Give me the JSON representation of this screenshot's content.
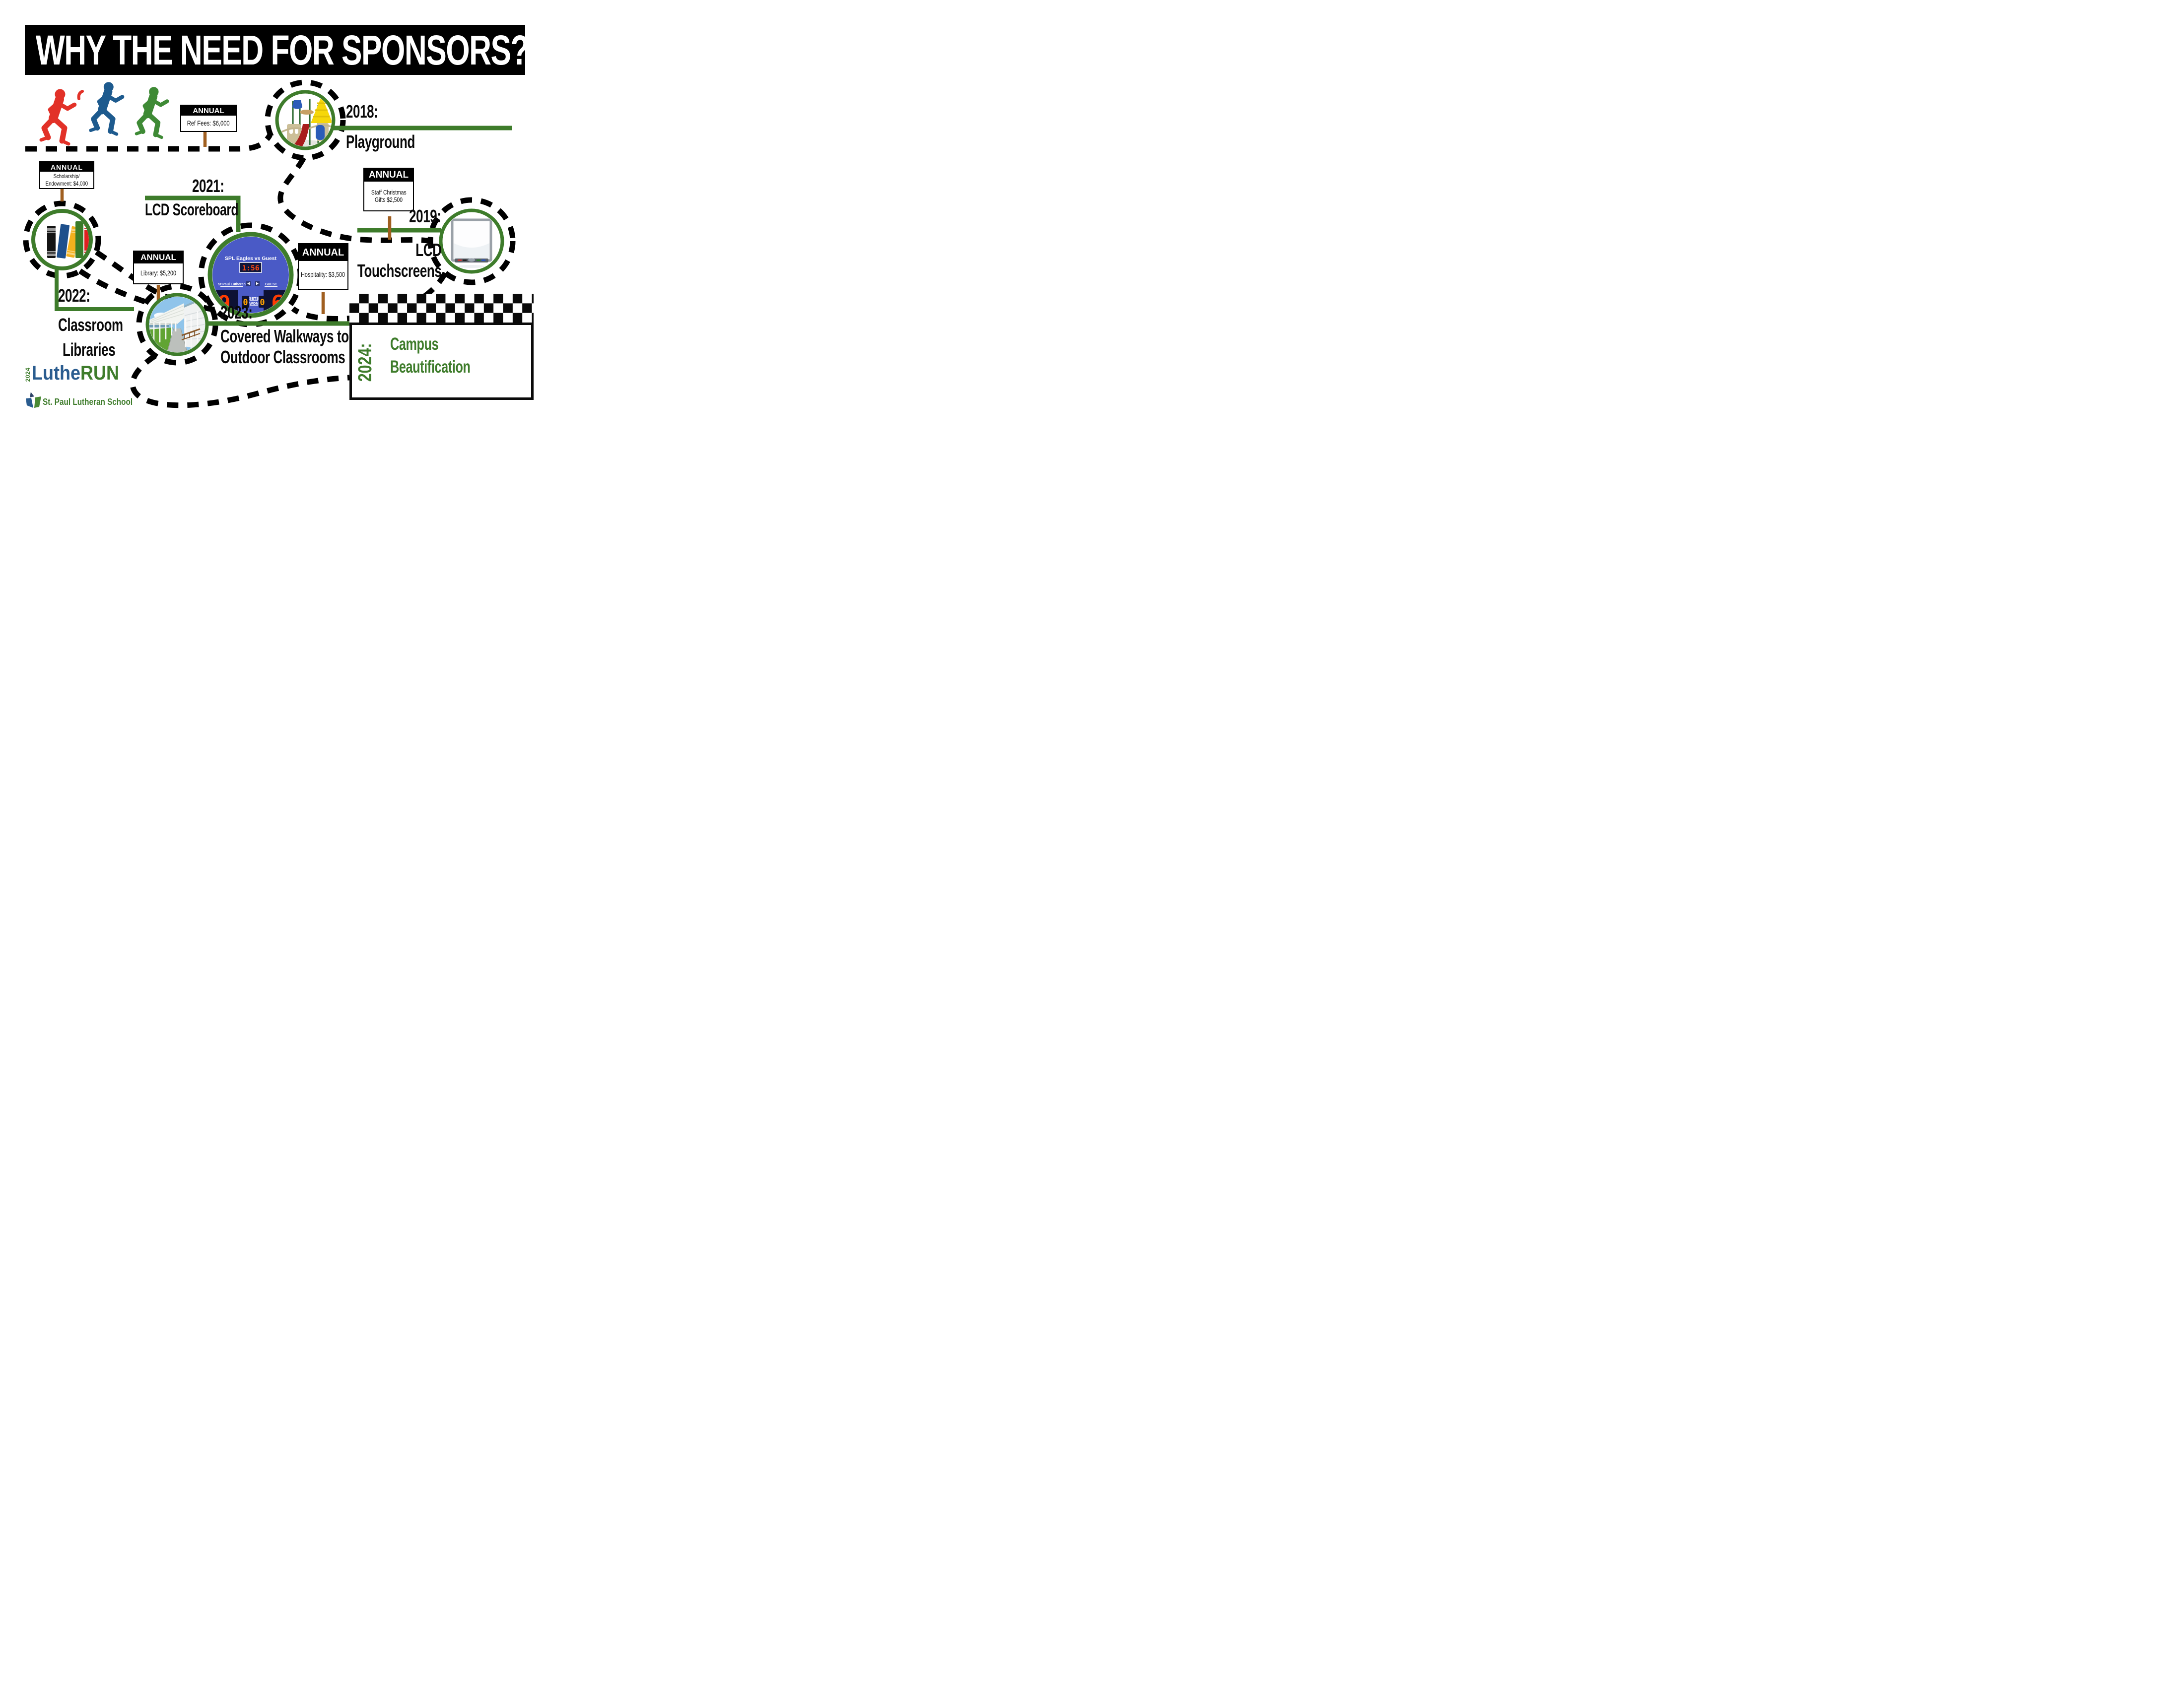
{
  "title": "WHY THE NEED FOR SPONSORS?",
  "palette": {
    "green": "#3e7c2b",
    "logo_blue": "#2a5c8f",
    "sign_post_brown": "#a05f20",
    "runner_red": "#e23128",
    "runner_blue": "#1d5a8e",
    "runner_green": "#3e8a35",
    "scoreboard_blue": "#4a5ac6",
    "digit_orange": "#ff3c00"
  },
  "signs": {
    "ref_fees": {
      "header": "ANNUAL",
      "line1": "Ref Fees: $6,000"
    },
    "scholarship": {
      "header": "ANNUAL",
      "line1": "Scholarship/",
      "line2": "Endowment: $4,000"
    },
    "staff_christmas": {
      "header": "ANNUAL",
      "line1": "Staff Christmas",
      "line2": "Gifts $2,500"
    },
    "library": {
      "header": "ANNUAL",
      "line1": "Library: $5,200"
    },
    "hospitality": {
      "header": "ANNUAL",
      "line1": "Hospitality: $3,500"
    }
  },
  "timeline": {
    "y2018": {
      "year": "2018:",
      "line1": "Playground"
    },
    "y2019": {
      "year": "2019:",
      "line1": "LCD",
      "line2": "Touchscreens"
    },
    "y2021": {
      "year": "2021:",
      "line1": "LCD Scoreboard"
    },
    "y2022": {
      "year": "2022:",
      "line1": "Classroom",
      "line2": "Libraries"
    },
    "y2023": {
      "year": "2023:",
      "line1": "Covered Walkways to",
      "line2": "Outdoor Classrooms"
    },
    "y2024": {
      "year": "2024:",
      "line1": "Campus",
      "line2": "Beautification"
    }
  },
  "scoreboard": {
    "matchup": "SPL Eagles vs Guest",
    "clock": "1:56",
    "home": "St Paul Lutheran",
    "guest": "GUEST",
    "home_score": "9",
    "home_sets": "0",
    "sets_word1": "SETS",
    "sets_word2": "WON",
    "guest_sets": "0",
    "guest_score": "6"
  },
  "logo": {
    "year": "2024",
    "word_part1": "Luthe",
    "word_part2": "RUN",
    "school": "St. Paul Lutheran School"
  }
}
